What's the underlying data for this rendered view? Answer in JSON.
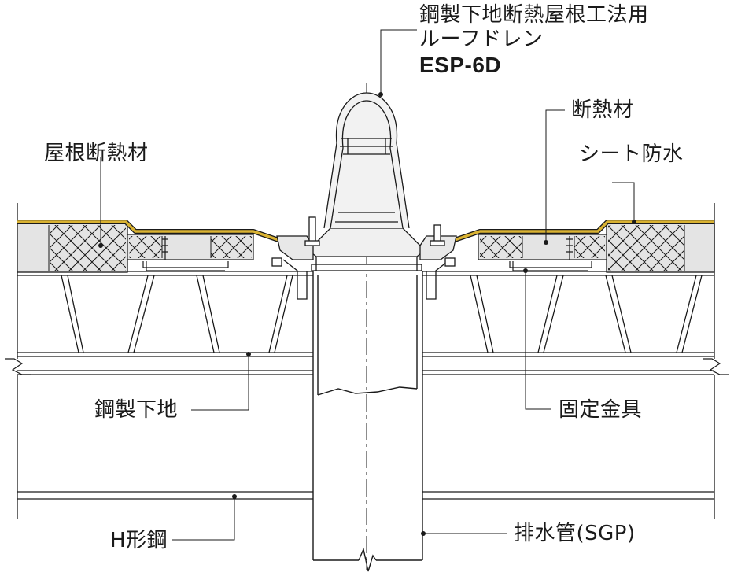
{
  "title": {
    "line1": "鋼製下地断熱屋根工法用",
    "line2": "ルーフドレン",
    "model": "ESP-6D"
  },
  "labels": {
    "roof_insulation": "屋根断熱材",
    "insulation": "断熱材",
    "sheet_waterproofing": "シート防水",
    "steel_deck": "鋼製下地",
    "fixing_bracket": "固定金具",
    "h_beam": "H形鋼",
    "drain_pipe": "排水管(SGP)"
  },
  "colors": {
    "membrane": "#d9b232",
    "insulation_fill": "#e4e4e4",
    "line": "#1a1a1a"
  }
}
